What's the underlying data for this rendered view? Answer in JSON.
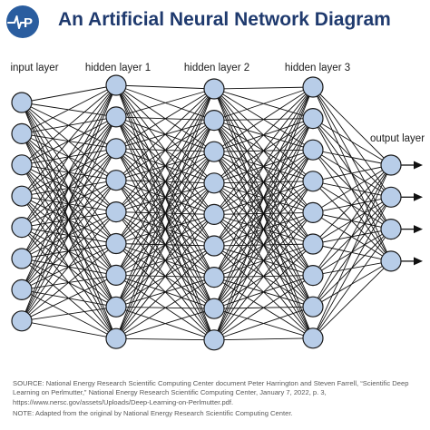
{
  "header": {
    "title": "An Artificial Neural Network Diagram",
    "logo_initials": "P",
    "logo_color": "#2a5d9f"
  },
  "diagram": {
    "node_fill": "#b8cde8",
    "node_stroke": "#1a1a1a",
    "edge_color": "#111111",
    "layers": [
      {
        "label": "input layer",
        "node_count": 8
      },
      {
        "label": "hidden layer 1",
        "node_count": 9
      },
      {
        "label": "hidden layer 2",
        "node_count": 9
      },
      {
        "label": "hidden layer 3",
        "node_count": 9
      },
      {
        "label": "output layer",
        "node_count": 4
      }
    ]
  },
  "footer": {
    "source": "SOURCE: National Energy Research Scientific Computing Center document Peter Harrington and Steven Farrell, “Scientific Deep Learning on Perlmutter,” National Energy Research Scientific Computing Center, January 7, 2022, p. 3, https://www.nersc.gov/assets/Uploads/Deep-Learning-on-Perlmutter.pdf.",
    "note": "NOTE: Adapted from the original by National Energy Research Scientific Computing Center."
  }
}
